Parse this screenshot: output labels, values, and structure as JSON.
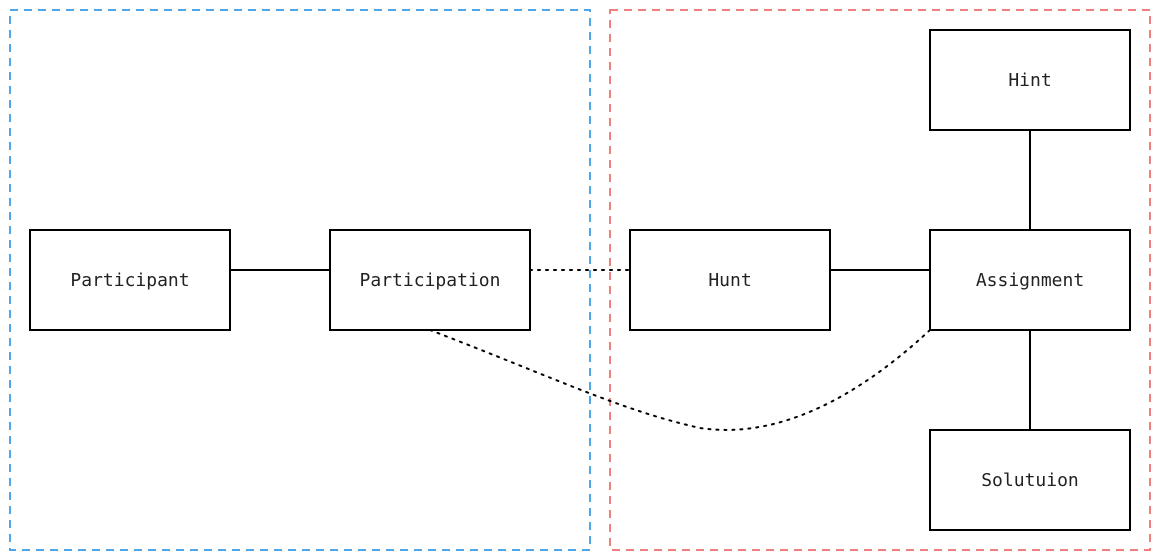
{
  "colors": {
    "left_group_border": "#4ea6e6",
    "right_group_border": "#f08080",
    "box_border": "#000000",
    "text": "#222222"
  },
  "nodes": {
    "participant": "Participant",
    "participation": "Participation",
    "hunt": "Hunt",
    "assignment": "Assignment",
    "hint": "Hint",
    "solution": "Solutuion"
  },
  "edges": [
    {
      "from": "participant",
      "to": "participation",
      "style": "solid"
    },
    {
      "from": "participation",
      "to": "hunt",
      "style": "dotted"
    },
    {
      "from": "hunt",
      "to": "assignment",
      "style": "solid"
    },
    {
      "from": "hint",
      "to": "assignment",
      "style": "solid"
    },
    {
      "from": "assignment",
      "to": "solution",
      "style": "solid"
    },
    {
      "from": "participation",
      "to": "assignment",
      "style": "dotted-curve"
    }
  ]
}
